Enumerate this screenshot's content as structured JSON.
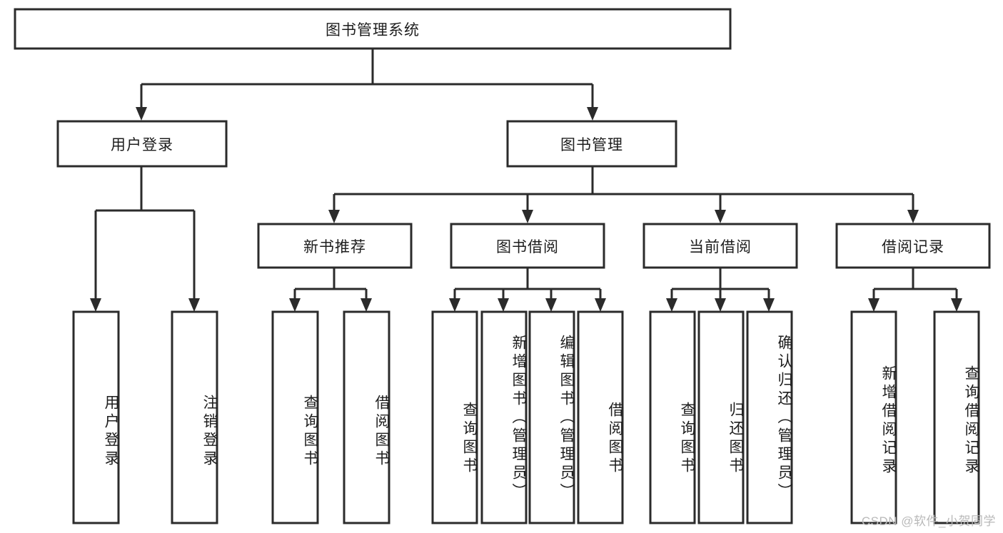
{
  "diagram": {
    "title": "图书管理系统",
    "type": "tree-hierarchy-chart",
    "colors": {
      "box_stroke": "#2b2b2b",
      "box_fill": "#ffffff",
      "text": "#1d1d1d",
      "background": "#ffffff",
      "watermark": "#b9b9b9"
    },
    "root": {
      "label": "图书管理系统"
    },
    "level2": [
      {
        "label": "用户登录"
      },
      {
        "label": "图书管理"
      }
    ],
    "level3": [
      {
        "label": "新书推荐"
      },
      {
        "label": "图书借阅"
      },
      {
        "label": "当前借阅"
      },
      {
        "label": "借阅记录"
      }
    ],
    "leaves": {
      "user_login": [
        {
          "label": "用户登录"
        },
        {
          "label": "注销登录"
        }
      ],
      "new_book_recommend": [
        {
          "label": "查询图书"
        },
        {
          "label": "借阅图书"
        }
      ],
      "book_borrow": [
        {
          "label": "查询图书"
        },
        {
          "label": "新增图书（管理员）"
        },
        {
          "label": "编辑图书（管理员）"
        },
        {
          "label": "借阅图书"
        }
      ],
      "current_borrow": [
        {
          "label": "查询图书"
        },
        {
          "label": "归还图书"
        },
        {
          "label": "确认归还（管理员）"
        }
      ],
      "borrow_record": [
        {
          "label": "新增借阅记录"
        },
        {
          "label": "查询借阅记录"
        }
      ]
    }
  },
  "watermark": {
    "text": "CSDN @软件_小贺同学"
  }
}
